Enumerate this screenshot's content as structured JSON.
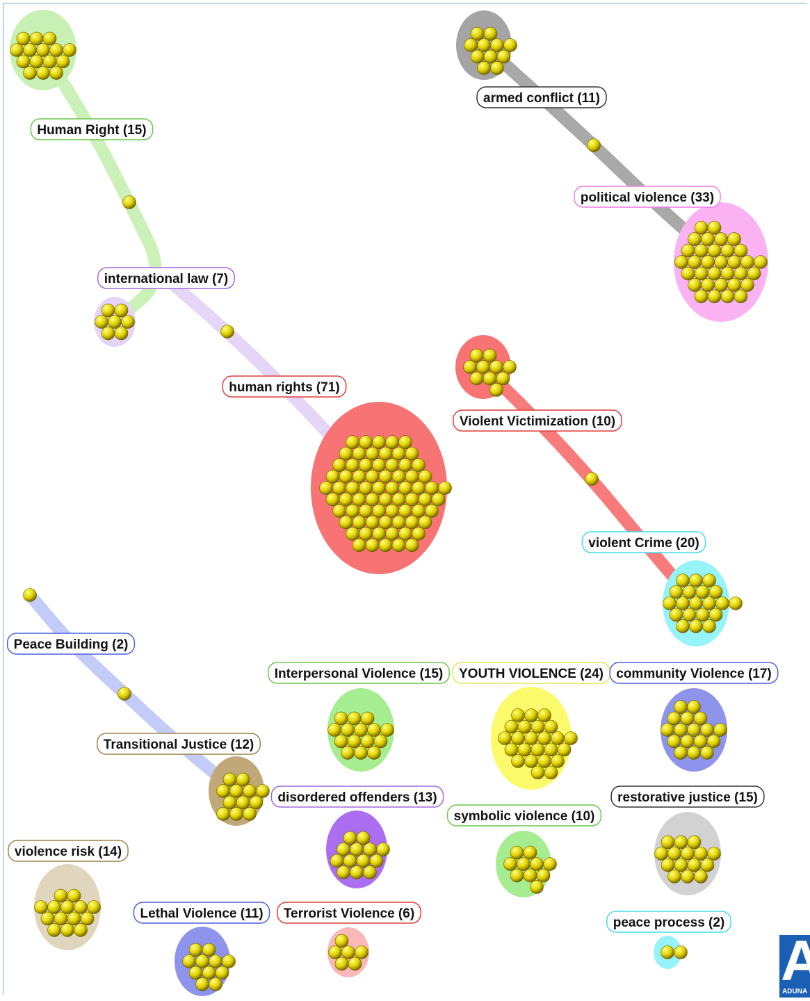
{
  "clusters": [
    {
      "id": "human-right",
      "label": "Human Right (15)",
      "color": "#c8f0b4",
      "stroke": "#6cc64c",
      "count": 15
    },
    {
      "id": "international-law",
      "label": "international law (7)",
      "color": "#e4d4f8",
      "stroke": "#a06ae0",
      "count": 7
    },
    {
      "id": "human-rights",
      "label": "human rights (71)",
      "color": "#f87474",
      "stroke": "#e23c3c",
      "count": 71
    },
    {
      "id": "armed-conflict",
      "label": "armed conflict (11)",
      "color": "#a4a4a4",
      "stroke": "#333333",
      "count": 11
    },
    {
      "id": "political-violence",
      "label": "political violence (33)",
      "color": "#fab2f2",
      "stroke": "#f07ae8",
      "count": 33
    },
    {
      "id": "violent-victimization",
      "label": "Violent Victimization (10)",
      "color": "#f87474",
      "stroke": "#e23c3c",
      "count": 10
    },
    {
      "id": "violent-crime",
      "label": "violent Crime (20)",
      "color": "#96f4f8",
      "stroke": "#44dce8",
      "count": 20
    },
    {
      "id": "peace-building",
      "label": "Peace Building (2)",
      "color": "#c0c8f8",
      "stroke": "#4a5ee0",
      "count": 2
    },
    {
      "id": "transitional-justice",
      "label": "Transitional Justice (12)",
      "color": "#c0a878",
      "stroke": "#9c8448",
      "count": 12
    },
    {
      "id": "interpersonal-violence",
      "label": "Interpersonal Violence (15)",
      "color": "#a6ec90",
      "stroke": "#6cc64c",
      "count": 15
    },
    {
      "id": "youth-violence",
      "label": "YOUTH VIOLENCE (24)",
      "color": "#fafa6a",
      "stroke": "#e6e650",
      "count": 24
    },
    {
      "id": "community-violence",
      "label": "community Violence (17)",
      "color": "#8e94ec",
      "stroke": "#4a5ee0",
      "count": 17
    },
    {
      "id": "disordered-offenders",
      "label": "disordered offenders (13)",
      "color": "#ac6ef0",
      "stroke": "#a06ae0",
      "count": 13
    },
    {
      "id": "symbolic-violence",
      "label": "symbolic violence (10)",
      "color": "#a6ec90",
      "stroke": "#6cc64c",
      "count": 10
    },
    {
      "id": "restorative-justice",
      "label": "restorative justice (15)",
      "color": "#d2d2d2",
      "stroke": "#333333",
      "count": 15
    },
    {
      "id": "violence-risk",
      "label": "violence risk (14)",
      "color": "#e0d6be",
      "stroke": "#9c8448",
      "count": 14
    },
    {
      "id": "lethal-violence",
      "label": "Lethal Violence (11)",
      "color": "#8e94ec",
      "stroke": "#4a5ee0",
      "count": 11
    },
    {
      "id": "terrorist-violence",
      "label": "Terrorist Violence (6)",
      "color": "#fab8b8",
      "stroke": "#e23c3c",
      "count": 6
    },
    {
      "id": "peace-process",
      "label": "peace process (2)",
      "color": "#96f4f8",
      "stroke": "#44dce8",
      "count": 2
    }
  ],
  "links": [
    {
      "from": "human-right",
      "to": "international-law",
      "color": "#c8f0b4"
    },
    {
      "from": "international-law",
      "to": "human-rights",
      "color": "#e4d4f8"
    },
    {
      "from": "armed-conflict",
      "to": "political-violence",
      "color": "#a4a4a4"
    },
    {
      "from": "violent-victimization",
      "to": "violent-crime",
      "color": "#f87474"
    },
    {
      "from": "peace-building",
      "to": "transitional-justice",
      "color": "#c0c8f8"
    }
  ],
  "logo": {
    "letter": "A",
    "word": "ADUNA",
    "color": "#1a5fb4"
  },
  "colors": {
    "node_fill": "#e0d000",
    "node_highlight": "#ffff70",
    "node_shadow": "#605800",
    "link_node": "#e0d000"
  }
}
